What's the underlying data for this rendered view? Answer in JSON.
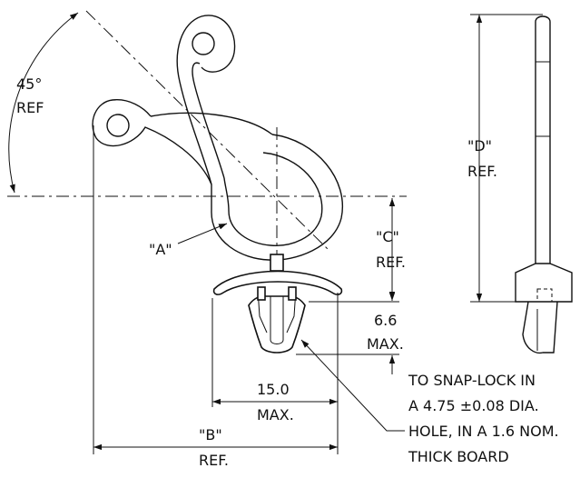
{
  "labels": {
    "angle_value": "45°",
    "angle_ref": "REF",
    "label_a": "\"A\"",
    "label_b": "\"B\"",
    "label_b_ref": "REF.",
    "label_c": "\"C\"",
    "label_c_ref": "REF.",
    "label_d": "\"D\"",
    "label_d_ref": "REF.",
    "dim_66_value": "6.6",
    "dim_66_max": "MAX.",
    "dim_150_value": "15.0",
    "dim_150_max": "MAX."
  },
  "note": {
    "lines": [
      "TO SNAP-LOCK IN",
      "A 4.75 ±0.08 DIA.",
      "HOLE, IN A 1.6 NOM.",
      "THICK BOARD"
    ]
  }
}
